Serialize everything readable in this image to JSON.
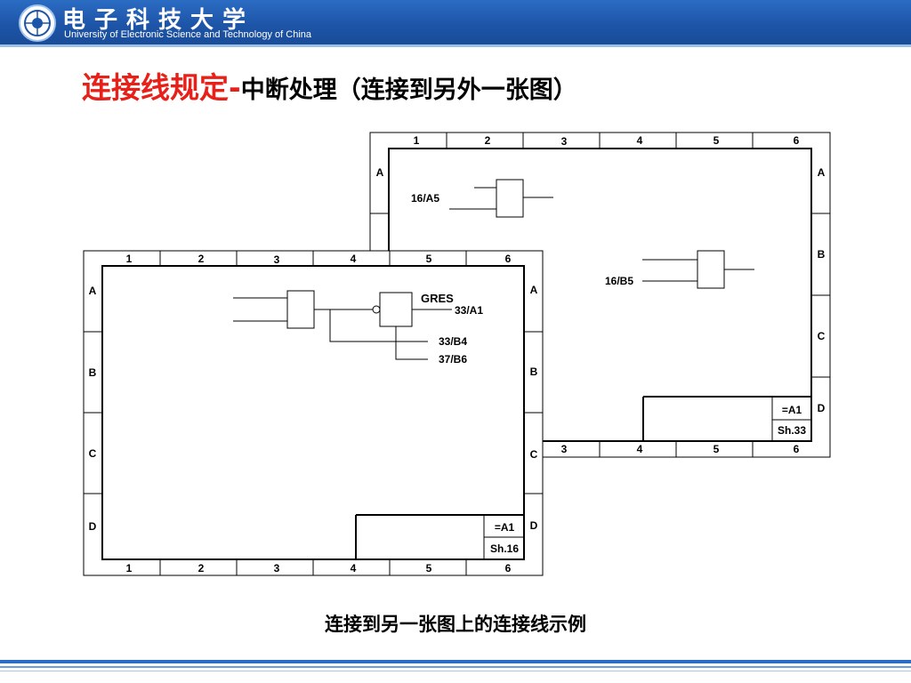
{
  "header": {
    "university_cn": "电子科技大学",
    "university_en": "University of Electronic Science and Technology of China"
  },
  "title": {
    "highlight": "连接线规定-",
    "rest": "中断处理（连接到另外一张图）"
  },
  "caption": "连接到另一张图上的连接线示例",
  "back_sheet": {
    "columns": [
      "1",
      "2",
      "3",
      "4",
      "5",
      "6"
    ],
    "rows": [
      "A",
      "B",
      "C",
      "D"
    ],
    "ref_a5": "16/A5",
    "ref_b5": "16/B5",
    "tb_id": "=A1",
    "tb_sheet": "Sh.33"
  },
  "front_sheet": {
    "columns": [
      "1",
      "2",
      "3",
      "4",
      "5",
      "6"
    ],
    "rows": [
      "A",
      "B",
      "C",
      "D"
    ],
    "gres": "GRES",
    "ref_33a1": "33/A1",
    "ref_33b4": "33/B4",
    "ref_37b6": "37/B6",
    "tb_id": "=A1",
    "tb_sheet": "Sh.16"
  },
  "colors": {
    "banner": "#1d55a8",
    "title_red": "#e8201a"
  }
}
